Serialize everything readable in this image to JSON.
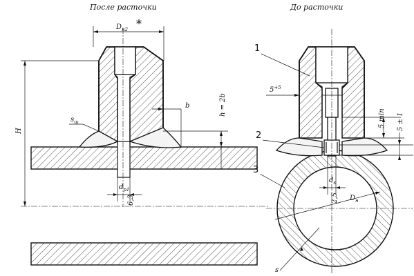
{
  "titles": {
    "left": "После расточки",
    "right": "До расточки"
  },
  "left_labels": {
    "d_h2": "D",
    "d_h2_sub": "н2",
    "star": "*",
    "H": "H",
    "s_sh": "s",
    "s_sh_sub": "ш",
    "b": "b",
    "h_eq": "h = 2b",
    "d_p1": "d",
    "d_p1_sub": "p1",
    "dim_63": "6,3"
  },
  "right_labels": {
    "num1": "1",
    "num2": "2",
    "num3": "3",
    "five_plus": "5",
    "five_plus_sup": "+5",
    "five_min": "5 min",
    "five_pm": "5 ± 1",
    "d_s": "d",
    "d_s_sub": "s",
    "dim_25": "2,5",
    "D_n": "D",
    "D_n_sub": "н",
    "s": "s"
  }
}
